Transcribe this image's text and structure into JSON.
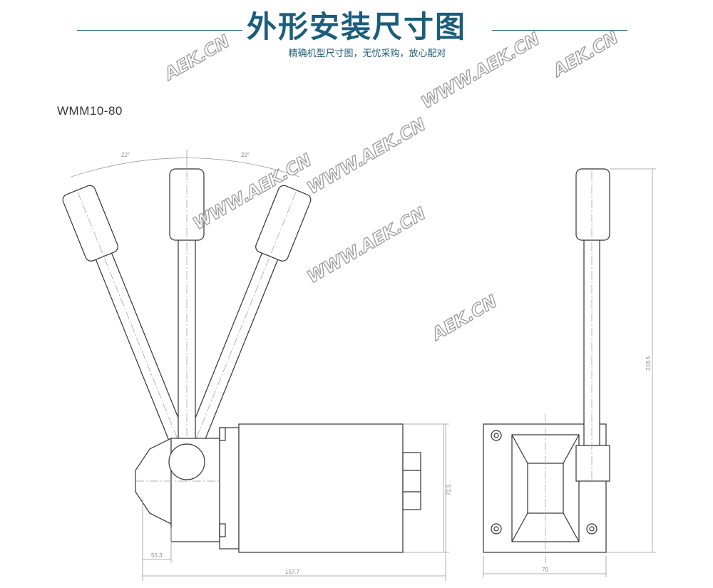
{
  "header": {
    "title": "外形安装尺寸图",
    "subtitle": "精确机型尺寸图，无忧采购，放心配对"
  },
  "model": "WMM10-80",
  "watermarks": [
    "AEK.CN",
    "WWW.AEK.CN",
    "WWW.AEK.CN",
    "WWW.AEK.CN",
    "WWW.AEK.CN",
    "AEK.CN",
    "AEK.CN"
  ],
  "dimensions": {
    "angle_left": "22°",
    "angle_right": "22°",
    "height_body": "72.5",
    "pivot_offset": "55.3",
    "total_length": "157.7",
    "side_width": "70",
    "total_height": "218.5"
  },
  "colors": {
    "accent": "#1c5d7a",
    "line": "#333333",
    "dim": "#888888"
  }
}
